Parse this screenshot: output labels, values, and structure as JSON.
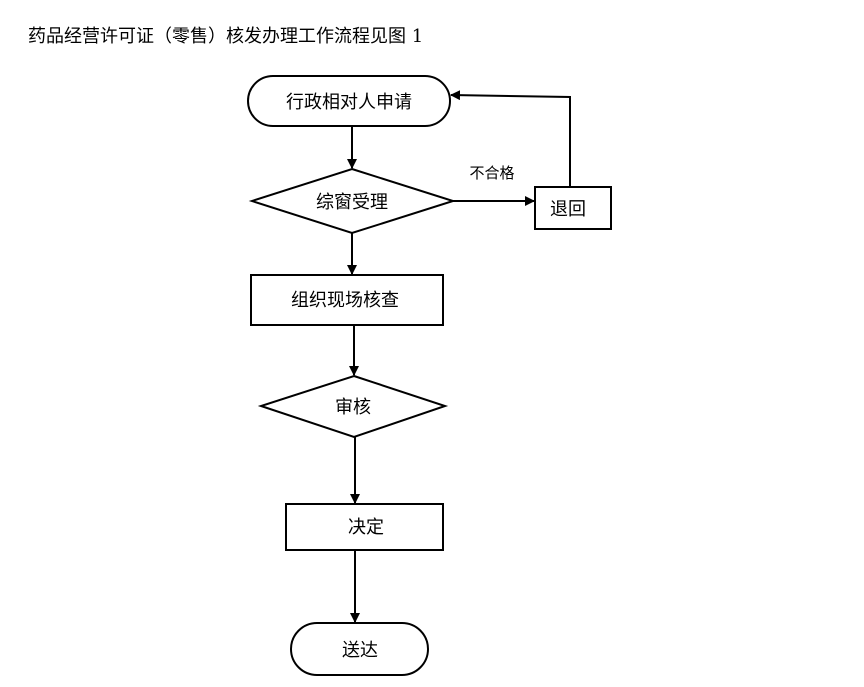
{
  "title": "药品经营许可证（零售）核发办理工作流程见图 1",
  "nodes": {
    "applicant": "行政相对人申请",
    "accept": "综窗受理",
    "return": "退回",
    "inspect": "组织现场核查",
    "review": "审核",
    "decide": "决定",
    "deliver": "送达"
  },
  "edges": {
    "unqualified": "不合格"
  }
}
